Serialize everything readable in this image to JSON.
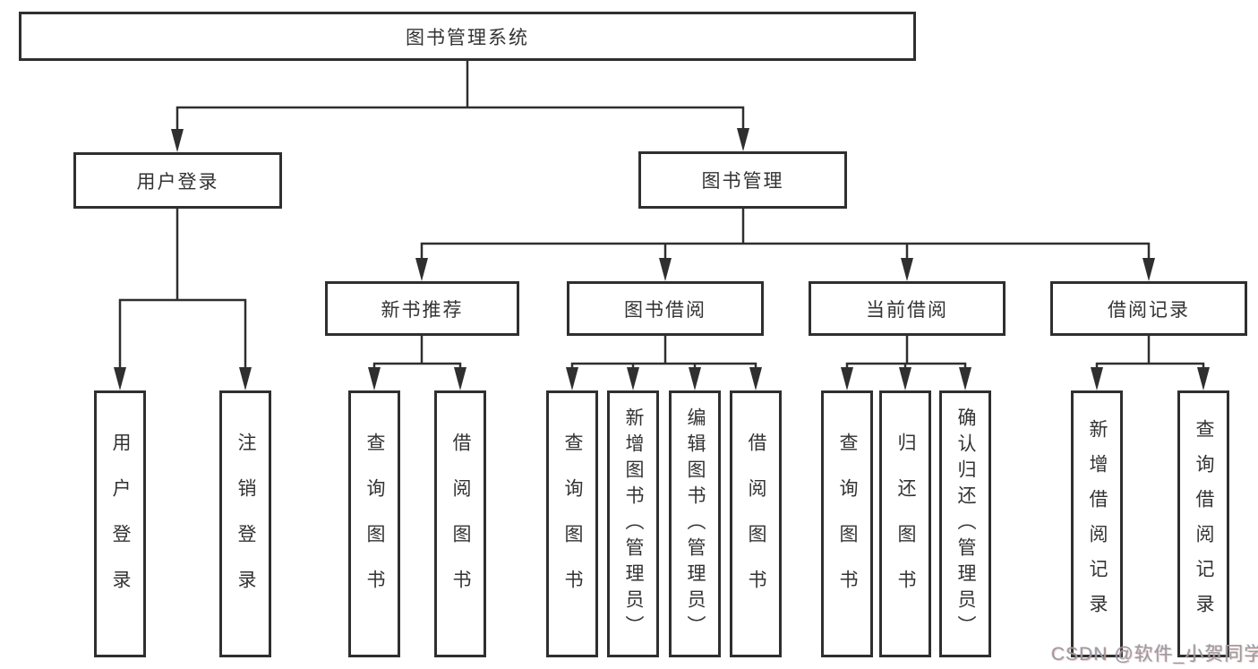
{
  "diagram": {
    "nodes": {
      "root": "图书管理系统",
      "user_login": "用户登录",
      "book_management": "图书管理",
      "new_book_recommend": "新书推荐",
      "book_borrowing": "图书借阅",
      "current_borrowing": "当前借阅",
      "borrowing_records": "借阅记录"
    },
    "leaves": [
      {
        "label": "用户登录",
        "parent": "用户登录"
      },
      {
        "label": "注销登录",
        "parent": "用户登录"
      },
      {
        "label": "查询图书",
        "parent": "新书推荐"
      },
      {
        "label": "借阅图书",
        "parent": "新书推荐"
      },
      {
        "label": "查询图书",
        "parent": "图书借阅"
      },
      {
        "label": "新增图书（管理员）",
        "parent": "图书借阅"
      },
      {
        "label": "编辑图书（管理员）",
        "parent": "图书借阅"
      },
      {
        "label": "借阅图书",
        "parent": "图书借阅"
      },
      {
        "label": "查询图书",
        "parent": "当前借阅"
      },
      {
        "label": "归还图书",
        "parent": "当前借阅"
      },
      {
        "label": "确认归还（管理员）",
        "parent": "当前借阅"
      },
      {
        "label": "新增借阅记录",
        "parent": "借阅记录"
      },
      {
        "label": "查询借阅记录",
        "parent": "借阅记录"
      }
    ],
    "colors": {
      "line": "#2f2f2f",
      "text": "#333333",
      "background": "#ffffff",
      "watermark": "#9b9b9b"
    }
  },
  "watermark": {
    "text": "CSDN @软件_小贺同学"
  }
}
